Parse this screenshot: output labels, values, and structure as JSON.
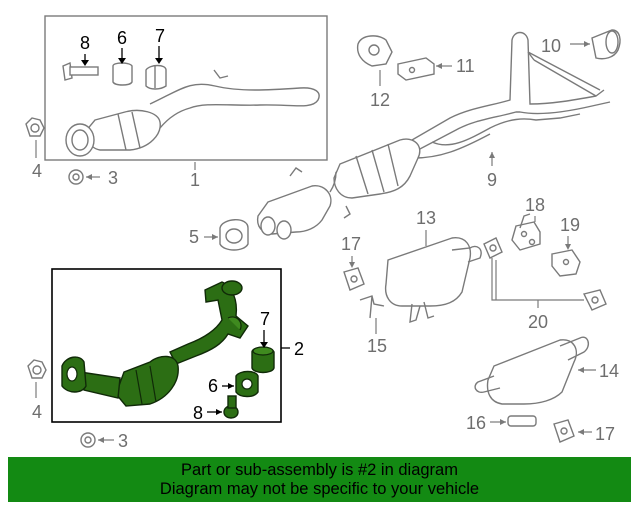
{
  "callouts": {
    "top_box": {
      "c8": "8",
      "c6": "6",
      "c7": "7",
      "c1": "1"
    },
    "bottom_box": {
      "c7": "7",
      "c2": "2",
      "c6": "6",
      "c8": "8"
    },
    "left": {
      "c4_top": "4",
      "c3_top": "3",
      "c5": "5",
      "c4_bottom": "4",
      "c3_bottom": "3"
    },
    "right": {
      "c12": "12",
      "c11": "11",
      "c10": "10",
      "c9": "9",
      "c13": "13",
      "c17_top": "17",
      "c18": "18",
      "c19": "19",
      "c15": "15",
      "c20": "20",
      "c14": "14",
      "c16": "16",
      "c17_bottom": "17"
    }
  },
  "banner": {
    "line1": "Part or sub-assembly is #2 in diagram",
    "line2": "Diagram may not be specific to your vehicle"
  },
  "colors": {
    "highlight": "#2c6e14",
    "banner": "#138a13",
    "part_lines": "#7a7a7a"
  }
}
